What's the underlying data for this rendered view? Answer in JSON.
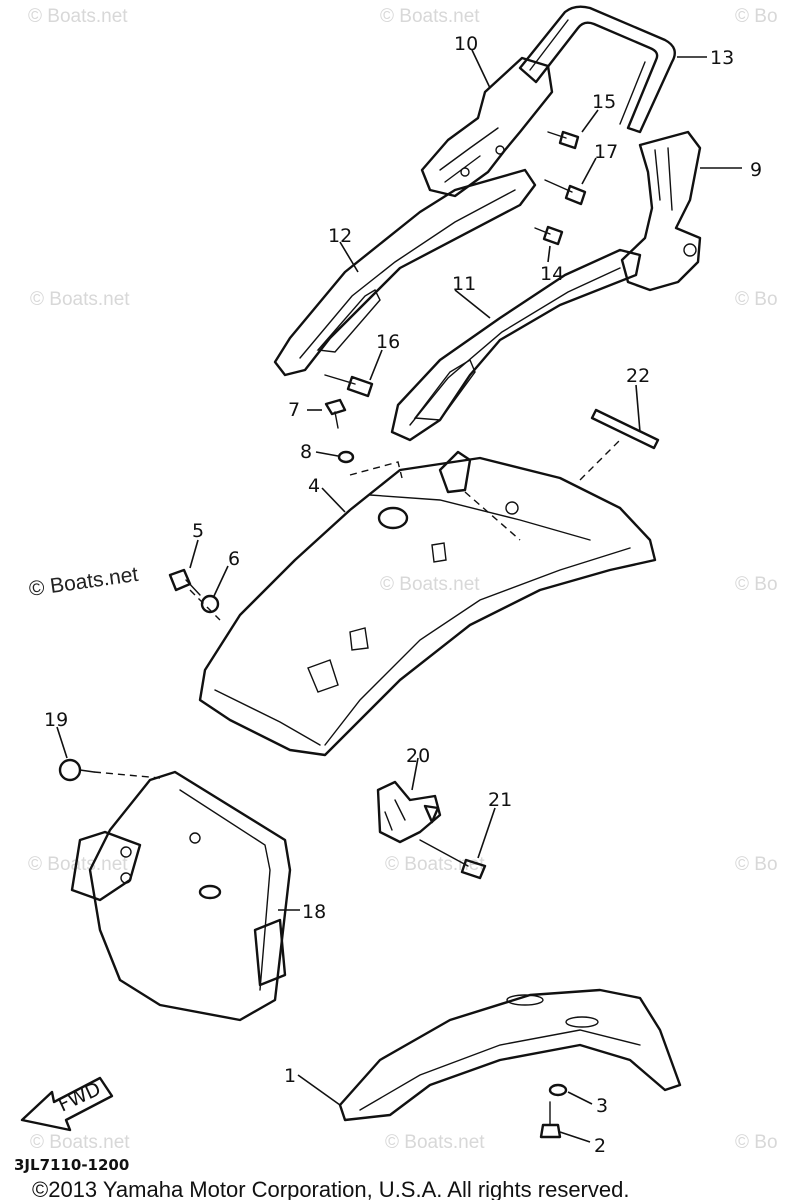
{
  "diagram": {
    "part_labels": [
      "1",
      "2",
      "3",
      "4",
      "5",
      "6",
      "7",
      "8",
      "9",
      "10",
      "11",
      "12",
      "13",
      "14",
      "15",
      "16",
      "17",
      "18",
      "19",
      "20",
      "21",
      "22"
    ],
    "fwd_label": "FWD",
    "diagram_code": "3JL7110-1200",
    "watermark": "© Boats.net",
    "watermark_partial": "© Bo",
    "copyright": "©2013 Yamaha Motor Corporation, U.S.A. All rights reserved."
  }
}
